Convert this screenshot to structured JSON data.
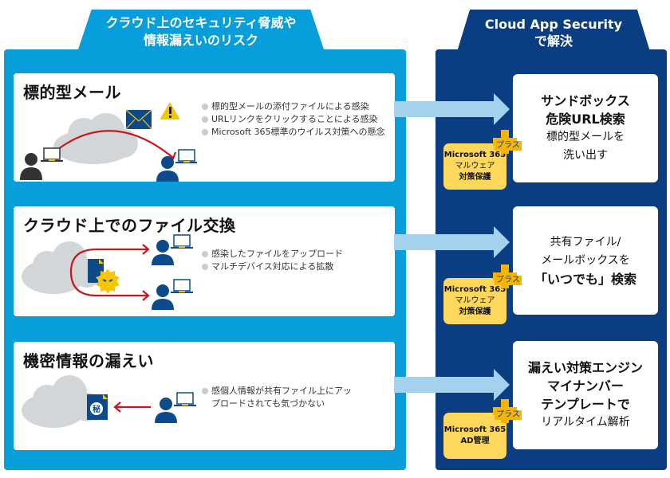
{
  "left_header": {
    "title_line1": "クラウド上のセキュリティ脅威や",
    "title_line2": "情報漏えいのリスク"
  },
  "right_header": {
    "title_line1": "Cloud App Security",
    "title_line2": "で解決"
  },
  "colors": {
    "left_panel": "#089ddb",
    "right_panel": "#0a3d82",
    "arrow": "#a3d1ee",
    "badge": "#fdd85a",
    "plus": "#f7b500",
    "red_arrow": "#c8161d",
    "user_blue": "#0d4a8c",
    "user_dark": "#333333",
    "cloud": "#d3d6d9"
  },
  "problems": [
    {
      "title": "標的型メール",
      "bullets": [
        "標的型メールの添付ファイルによる感染",
        "URLリンクをクリックすることによる感染",
        "Microsoft 365標準のウイルス対策への懸念"
      ],
      "icons": [
        "cloud-icon",
        "envelope-icon",
        "warning-icon",
        "attacker-user-icon",
        "victim-user-icon"
      ]
    },
    {
      "title": "クラウド上でのファイル交換",
      "bullets": [
        "感染したファイルをアップロード",
        "マルチデバイス対応による拡散"
      ],
      "icons": [
        "cloud-icon",
        "infected-file-icon",
        "malware-icon",
        "user-icon",
        "user-icon"
      ]
    },
    {
      "title": "機密情報の漏えい",
      "bullets": [
        "感個人情報が共有ファイル上にアップロードされても気づかない"
      ],
      "file_mark": "秘",
      "icons": [
        "cloud-icon",
        "confidential-file-icon",
        "user-icon"
      ]
    }
  ],
  "solutions": [
    {
      "lines": [
        {
          "text": "サンドボックス",
          "bold": true
        },
        {
          "text": "危険URL検索",
          "bold": true
        },
        {
          "text": "標的型メールを",
          "bold": false
        },
        {
          "text": "洗い出す",
          "bold": false
        }
      ],
      "plus_label": "プラス",
      "badge": {
        "line1": "Microsoft 365",
        "line2": "マルウェア",
        "line3": "対策保護"
      }
    },
    {
      "lines": [
        {
          "text": "共有ファイル/",
          "bold": false
        },
        {
          "text": "メールボックスを",
          "bold": false
        },
        {
          "text": "「いつでも」検索",
          "bold": true
        }
      ],
      "plus_label": "プラス",
      "badge": {
        "line1": "Microsoft 365",
        "line2": "マルウェア",
        "line3": "対策保護"
      }
    },
    {
      "lines": [
        {
          "text": "漏えい対策エンジン",
          "bold": true
        },
        {
          "text": "マイナンバー",
          "bold": true
        },
        {
          "text": "テンプレートで",
          "bold": true
        },
        {
          "text": "リアルタイム解析",
          "bold": false
        }
      ],
      "plus_label": "プラス",
      "badge": {
        "line1": "Microsoft 365",
        "line2": "AD管理",
        "line3": ""
      }
    }
  ]
}
